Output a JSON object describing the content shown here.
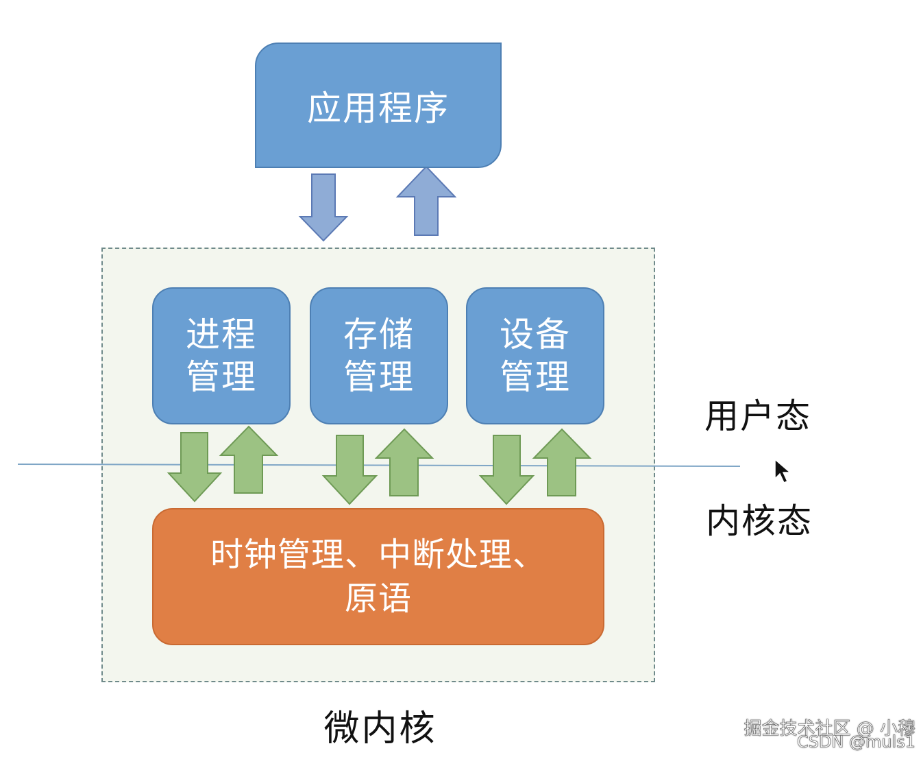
{
  "diagram": {
    "application": "应用程序",
    "modules": [
      {
        "line1": "进程",
        "line2": "管理"
      },
      {
        "line1": "存储",
        "line2": "管理"
      },
      {
        "line1": "设备",
        "line2": "管理"
      }
    ],
    "core_line1": "时钟管理、中断处理、",
    "core_line2": "原语",
    "user_mode": "用户态",
    "kernel_mode": "内核态",
    "title": "微内核"
  },
  "watermark": {
    "line1": "掘金技术社区 @ 小穆",
    "line2": "CSDN @muls1"
  },
  "colors": {
    "blue_box": "#6a9fd3",
    "blue_arrow": "#8facd6",
    "green_arrow": "#9cc283",
    "orange_box": "#e07f45",
    "kernel_bg": "#f3f6ee"
  }
}
